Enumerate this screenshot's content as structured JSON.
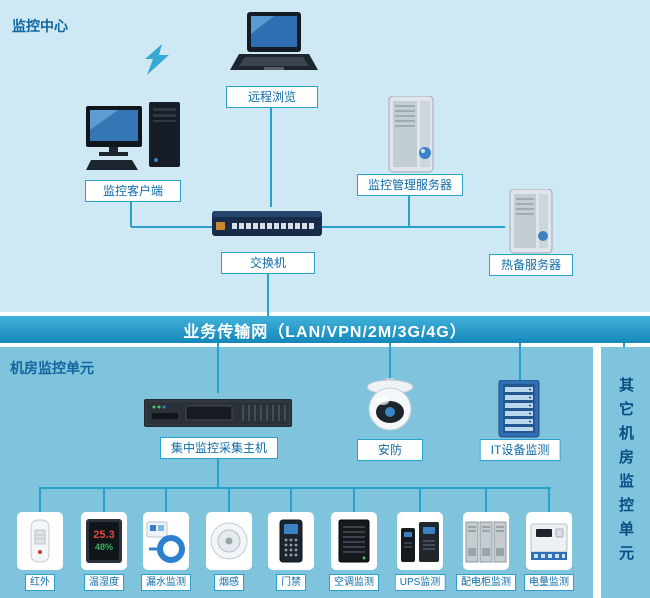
{
  "colors": {
    "top_bg": "#cfe9f4",
    "room_bg": "#7fc3dd",
    "line": "#2aa0cc",
    "label_text": "#0e6ba8",
    "bar_top": "#41b2da",
    "bar_bottom": "#1587ba",
    "title": "#11669f",
    "side_text": "#0a4d85"
  },
  "top": {
    "title": "监控中心",
    "remote_browse": "远程浏览",
    "client": "监控客户端",
    "mgmt_server": "监控管理服务器",
    "switch": "交换机",
    "standby_server": "热备服务器"
  },
  "network_bar": "业务传输网（LAN/VPN/2M/3G/4G）",
  "room": {
    "title": "机房监控单元",
    "collector": "集中监控采集主机",
    "security": "安防",
    "it_monitor": "IT设备监测",
    "sensors": [
      {
        "label": "红外"
      },
      {
        "label": "温湿度",
        "temp": "25.3",
        "humidity": "48%"
      },
      {
        "label": "漏水监测"
      },
      {
        "label": "烟感"
      },
      {
        "label": "门禁"
      },
      {
        "label": "空调监测"
      },
      {
        "label": "UPS监测"
      },
      {
        "label": "配电柜监测"
      },
      {
        "label": "电量监测"
      }
    ]
  },
  "side_panel": "其它机房监控单元"
}
